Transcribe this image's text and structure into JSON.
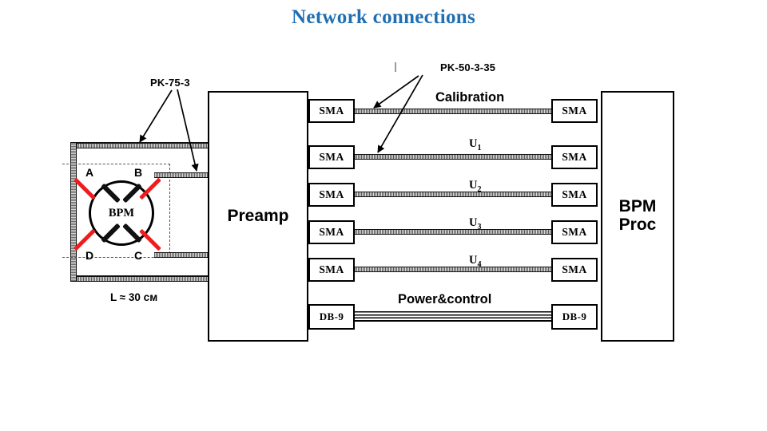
{
  "slide": {
    "title": "Network connections",
    "title_color": "#1F6FB2",
    "background": "#FFFFFF"
  },
  "diagram": {
    "blocks": [
      {
        "name": "preamp",
        "label": "Preamp"
      },
      {
        "name": "bpm-processor",
        "label": "BPM\nProc"
      }
    ],
    "detector": {
      "center_label": "BPM",
      "electrodes": [
        "A",
        "B",
        "C",
        "D"
      ],
      "length_note": "L ≈ 30 см",
      "lead_color": "#EE1C1C"
    },
    "cable_types": {
      "detector_to_preamp": "PK-75-3",
      "preamp_to_processor": "PK-50-3-35"
    },
    "preamp_ports": [
      {
        "type": "SMA"
      },
      {
        "type": "SMA"
      },
      {
        "type": "SMA"
      },
      {
        "type": "SMA"
      },
      {
        "type": "SMA"
      },
      {
        "type": "DB-9"
      }
    ],
    "processor_ports": [
      {
        "type": "SMA"
      },
      {
        "type": "SMA"
      },
      {
        "type": "SMA"
      },
      {
        "type": "SMA"
      },
      {
        "type": "SMA"
      },
      {
        "type": "DB-9"
      }
    ],
    "links": [
      {
        "name": "calibration",
        "label": "Calibration",
        "signal": "",
        "kind": "coax"
      },
      {
        "name": "u1",
        "label": "U",
        "signal": "1",
        "kind": "coax"
      },
      {
        "name": "u2",
        "label": "U",
        "signal": "2",
        "kind": "coax"
      },
      {
        "name": "u3",
        "label": "U",
        "signal": "3",
        "kind": "coax"
      },
      {
        "name": "u4",
        "label": "U",
        "signal": "4",
        "kind": "coax"
      },
      {
        "name": "power-control",
        "label": "Power&control",
        "signal": "",
        "kind": "ribbon"
      }
    ]
  }
}
